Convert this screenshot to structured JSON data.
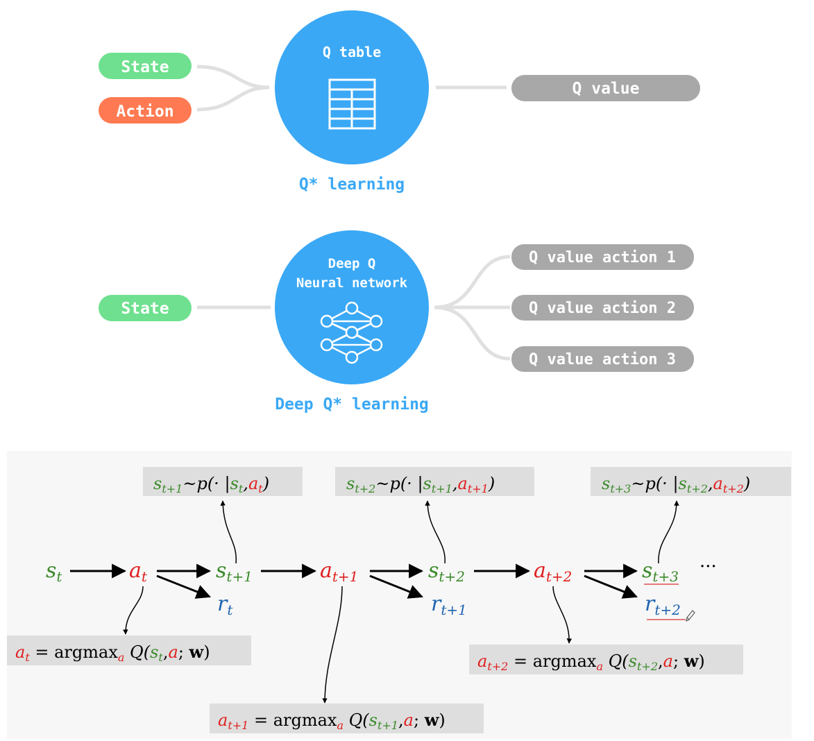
{
  "colors": {
    "state": "#6ee08f",
    "action": "#ff7a52",
    "blue": "#3aa8f5",
    "gray": "#a8a8a8",
    "connector": "#e0e0e0",
    "green_text": "#3a8a2a",
    "red_text": "#e01e1e",
    "blue_text": "#1f64b0",
    "box_bg": "#dedede",
    "panel_bg": "#f7f7f7"
  },
  "q_table": {
    "state_label": "State",
    "action_label": "Action",
    "circle_title": "Q table",
    "icon": "table-icon",
    "output_label": "Q value",
    "caption": "Q* learning"
  },
  "deep_q": {
    "state_label": "State",
    "circle_title_line1": "Deep Q",
    "circle_title_line2": "Neural network",
    "icon": "neural-network-icon",
    "outputs": [
      "Q value action 1",
      "Q value action 2",
      "Q value action 3"
    ],
    "caption": "Deep Q* learning"
  },
  "trajectory": {
    "s_symbol": "s",
    "a_symbol": "a",
    "r_symbol": "r",
    "t0": "t",
    "t1": "t+1",
    "t2": "t+2",
    "t3": "t+3",
    "ellipsis": "···",
    "tilde_p": "~p(· |",
    "comma": ",",
    "close_paren": ")",
    "equals_argmax": " = argmax",
    "q_open": " Q(",
    "semicolon": "; ",
    "w": "w"
  }
}
